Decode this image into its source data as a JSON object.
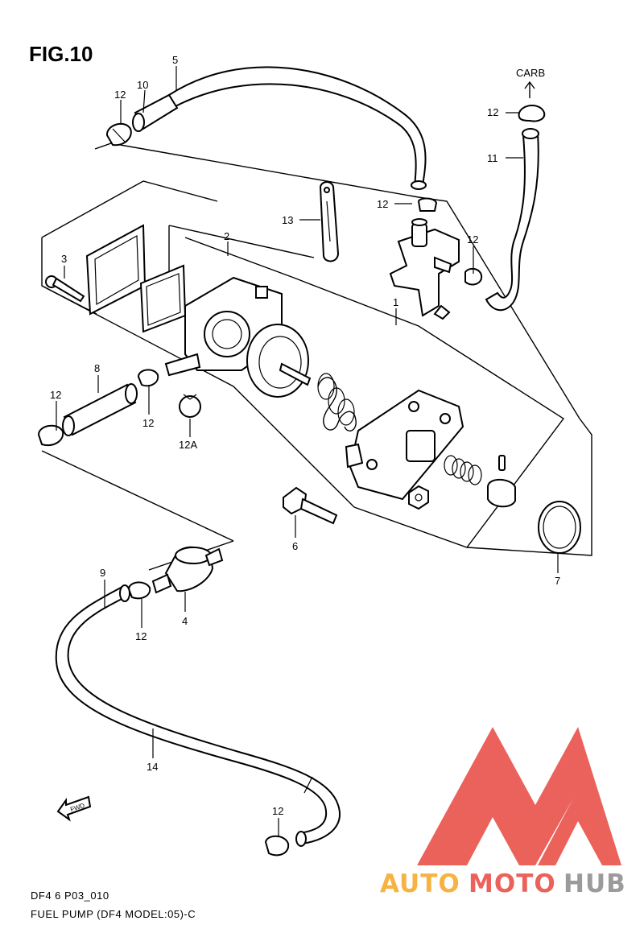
{
  "figure": {
    "title": "FIG.10"
  },
  "labels": {
    "p1": "1",
    "p2": "2",
    "p3": "3",
    "p4": "4",
    "p5": "5",
    "p6": "6",
    "p7": "7",
    "p8": "8",
    "p9": "9",
    "p10": "10",
    "p11": "11",
    "p12a": "12",
    "p12b": "12",
    "p12c": "12",
    "p12d": "12",
    "p12e": "12",
    "p12f": "12",
    "p12g": "12",
    "p12h": "12",
    "p12A": "12A",
    "p13": "13",
    "p14": "14",
    "carb": "CARB",
    "fwd": "FWD"
  },
  "footer": {
    "code": "DF4 6 P03_010",
    "caption": "FUEL PUMP (DF4 MODEL:05)-C"
  },
  "watermark": {
    "text_auto": "AUTO",
    "text_moto": "MOTO",
    "text_hub": "HUB",
    "color_orange": "#f5a623",
    "color_red": "#e8473f",
    "color_gray": "#8a8a8a"
  }
}
